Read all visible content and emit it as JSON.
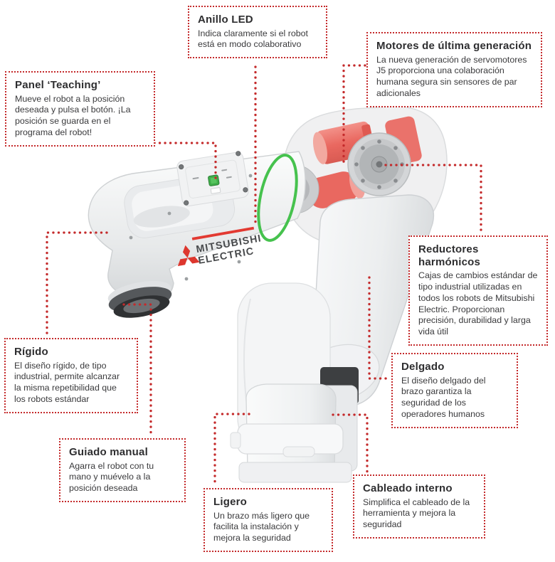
{
  "colors": {
    "accent_red": "#c42a2b",
    "brand_red": "#e23a32",
    "motor_red": "#e8473e",
    "led_green": "#3fbf47",
    "robot_body": "#f2f3f4",
    "title_text": "#2e2e30",
    "body_text": "#3a3a3c"
  },
  "robot": {
    "brand_line1": "MITSUBISHI",
    "brand_line2": "ELECTRIC"
  },
  "callouts": [
    {
      "id": "anillo-led",
      "title": "Anillo LED",
      "body": "Indica claramente si el robot está en modo colaborativo"
    },
    {
      "id": "motores-ultima-generacion",
      "title": "Motores de última generación",
      "body": "La nueva generación de servomotores J5 proporciona una colaboración humana segura sin sensores de par adicionales"
    },
    {
      "id": "panel-teaching",
      "title": "Panel ‘Teaching’",
      "body": "Mueve el robot a la posición deseada y pulsa el botón. ¡La posición se guarda en el programa del robot!"
    },
    {
      "id": "reductores-harmonicos",
      "title": "Reductores harmónicos",
      "body": "Cajas de cambios estándar de tipo industrial utilizadas en todos los robots de Mitsubishi Electric. Proporcionan precisión, durabilidad y larga vida útil"
    },
    {
      "id": "rigido",
      "title": "Rígido",
      "body": "El diseño rígido, de tipo industrial, permite alcanzar la misma repetibilidad que los robots estándar"
    },
    {
      "id": "delgado",
      "title": "Delgado",
      "body": "El diseño delgado del brazo garantiza la seguridad de los operadores humanos"
    },
    {
      "id": "guiado-manual",
      "title": "Guiado manual",
      "body": "Agarra el robot con tu mano y muévelo a la posición deseada"
    },
    {
      "id": "ligero",
      "title": "Ligero",
      "body": "Un brazo más ligero que facilita la instalación y mejora la seguridad"
    },
    {
      "id": "cableado-interno",
      "title": "Cableado interno",
      "body": "Simplifica el cableado de la herramienta y mejora la seguridad"
    }
  ]
}
